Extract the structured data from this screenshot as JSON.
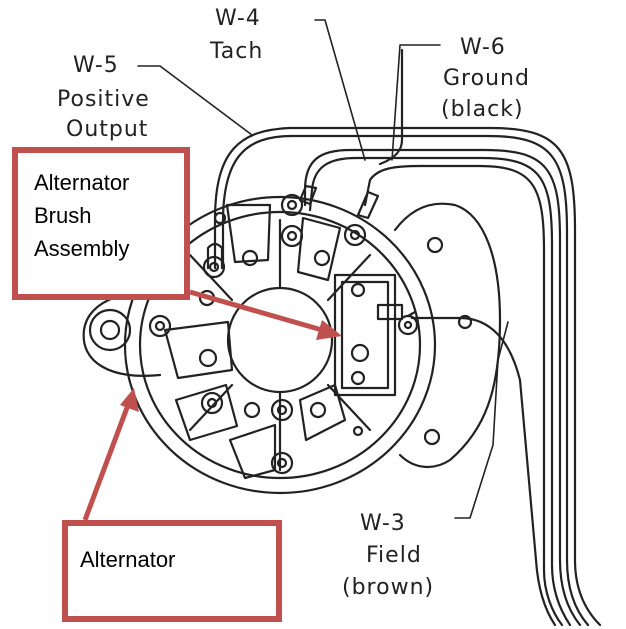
{
  "diagram": {
    "wire_labels": [
      {
        "id": "w4",
        "code": "W-4",
        "name": "Tach"
      },
      {
        "id": "w5",
        "code": "W-5",
        "name": "Positive",
        "name2": "Output"
      },
      {
        "id": "w6",
        "code": "W-6",
        "name": "Ground",
        "name2": "(black)"
      },
      {
        "id": "w3",
        "code": "W-3",
        "name": "Field",
        "name2": "(brown)"
      }
    ]
  },
  "callouts": {
    "brush_assembly": {
      "line1": "Alternator",
      "line2": "Brush",
      "line3": "Assembly"
    },
    "alternator": {
      "label": "Alternator"
    }
  },
  "colors": {
    "callout_border": "#c0504d",
    "arrow": "#c0504d",
    "line_art": "#222222"
  }
}
